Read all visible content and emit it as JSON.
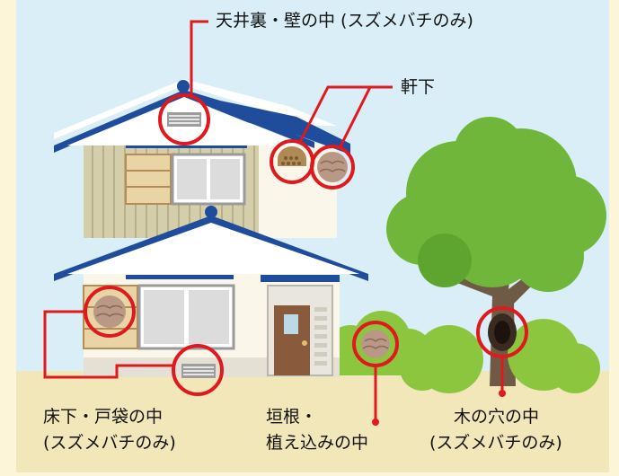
{
  "labels": {
    "attic_wall": "天井裏・壁の中 (スズメバチのみ)",
    "eaves": "軒下",
    "under_floor_line1": "床下・戸袋の中",
    "under_floor_line2": "(スズメバチのみ)",
    "hedge_line1": "垣根・",
    "hedge_line2": "植え込みの中",
    "tree_hole_line1": "木の穴の中",
    "tree_hole_line2": "(スズメバチのみ)"
  },
  "colors": {
    "background": "#fdf5d8",
    "sky": "#d9eef6",
    "ground": "#f2e7b8",
    "roof": "#1f4d9c",
    "highlight": "#e0191f",
    "foliage": "#6fb63a",
    "trunk": "#6f5a45"
  }
}
